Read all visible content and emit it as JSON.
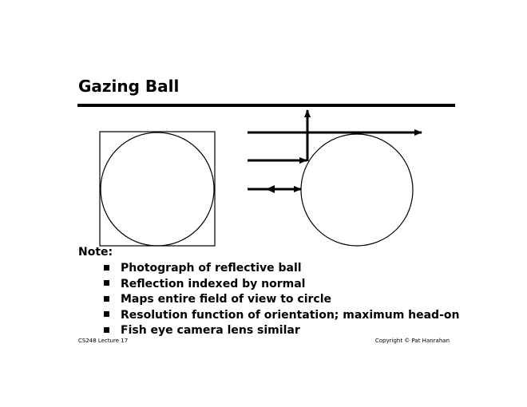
{
  "title": "Gazing Ball",
  "note_label": "Note:",
  "bullets": [
    "Photograph of reflective ball",
    "Reflection indexed by normal",
    "Maps entire field of view to circle",
    "Resolution function of orientation; maximum head-on",
    "Fish eye camera  lens similar"
  ],
  "footer": {
    "left": "CS248 Lecture 17",
    "right": "Copyright © Pat Hanrahan"
  }
}
